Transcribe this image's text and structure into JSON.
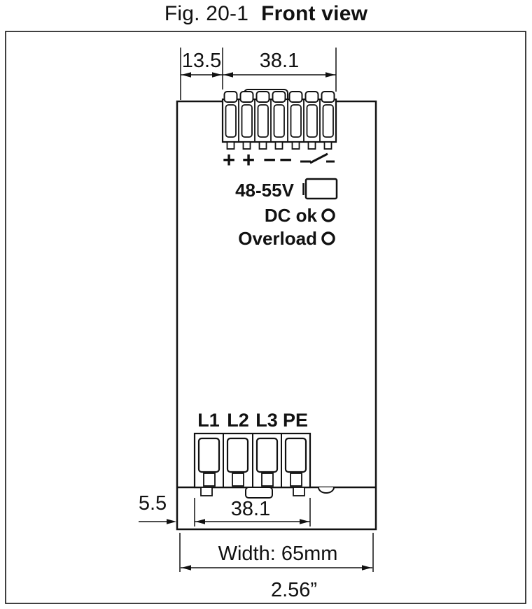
{
  "figure": {
    "label": "Fig. 20-1",
    "title": "Front view"
  },
  "dimensions": {
    "top_offset": "13.5",
    "top_terminal_width": "38.1",
    "bottom_offset": "5.5",
    "bottom_terminal_width": "38.1",
    "overall_width": "Width: 65mm",
    "overall_width_inches": "2.56”"
  },
  "device": {
    "dc_terminal_signs": [
      "+",
      "+",
      "−",
      "−"
    ],
    "voltage_adjust_label": "48-55V",
    "dc_ok_label": "DC ok",
    "overload_label": "Overload",
    "ac_terminal_labels": [
      "L1",
      "L2",
      "L3",
      "PE"
    ]
  },
  "colors": {
    "line": "#111111",
    "background": "#ffffff"
  }
}
